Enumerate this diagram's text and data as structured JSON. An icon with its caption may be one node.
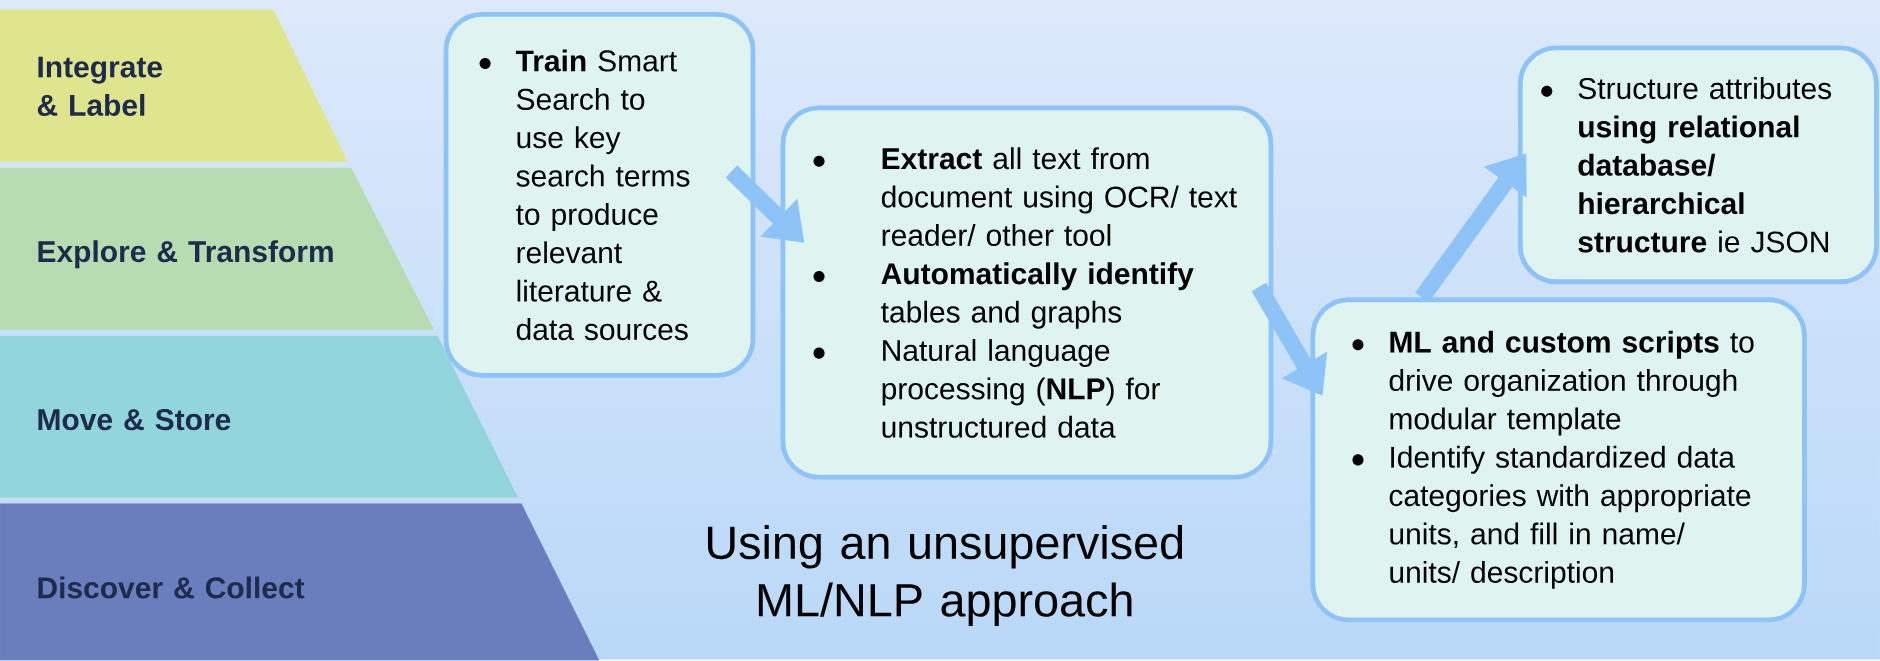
{
  "diagram": {
    "nodes": [
      {
        "text": [
          "Integrate & Label"
        ]
      },
      {
        "text": [
          "Explore & Transform"
        ]
      },
      {
        "text": [
          "Move & Store"
        ]
      },
      {
        "text": [
          "Discover & Collect"
        ]
      },
      {
        "text": [
          "**Train** Smart Search to use key search terms to produce relevant literature & data sources"
        ]
      },
      {
        "text": [
          "**Extract** all text from document using OCR/ text reader/ other tool",
          "**Automatically identify** tables and graphs",
          "Natural language processing (**NLP**) for unstructured data"
        ]
      },
      {
        "text": [
          "Structure attributes **using relational database/ hierarchical structure** ie JSON"
        ]
      },
      {
        "text": [
          "**ML and custom scripts** to drive organization through modular template",
          "Identify standardized data categories with appropriate units, and fill in name/ units/ description"
        ]
      }
    ],
    "edges": [
      {
        "from": 4,
        "to": 5,
        "arrow": "to"
      },
      {
        "from": 5,
        "to": 7,
        "arrow": "to"
      },
      {
        "from": 7,
        "to": 6,
        "arrow": "to"
      }
    ],
    "labels": [
      "Using an unsupervised ML/NLP approach"
    ]
  }
}
